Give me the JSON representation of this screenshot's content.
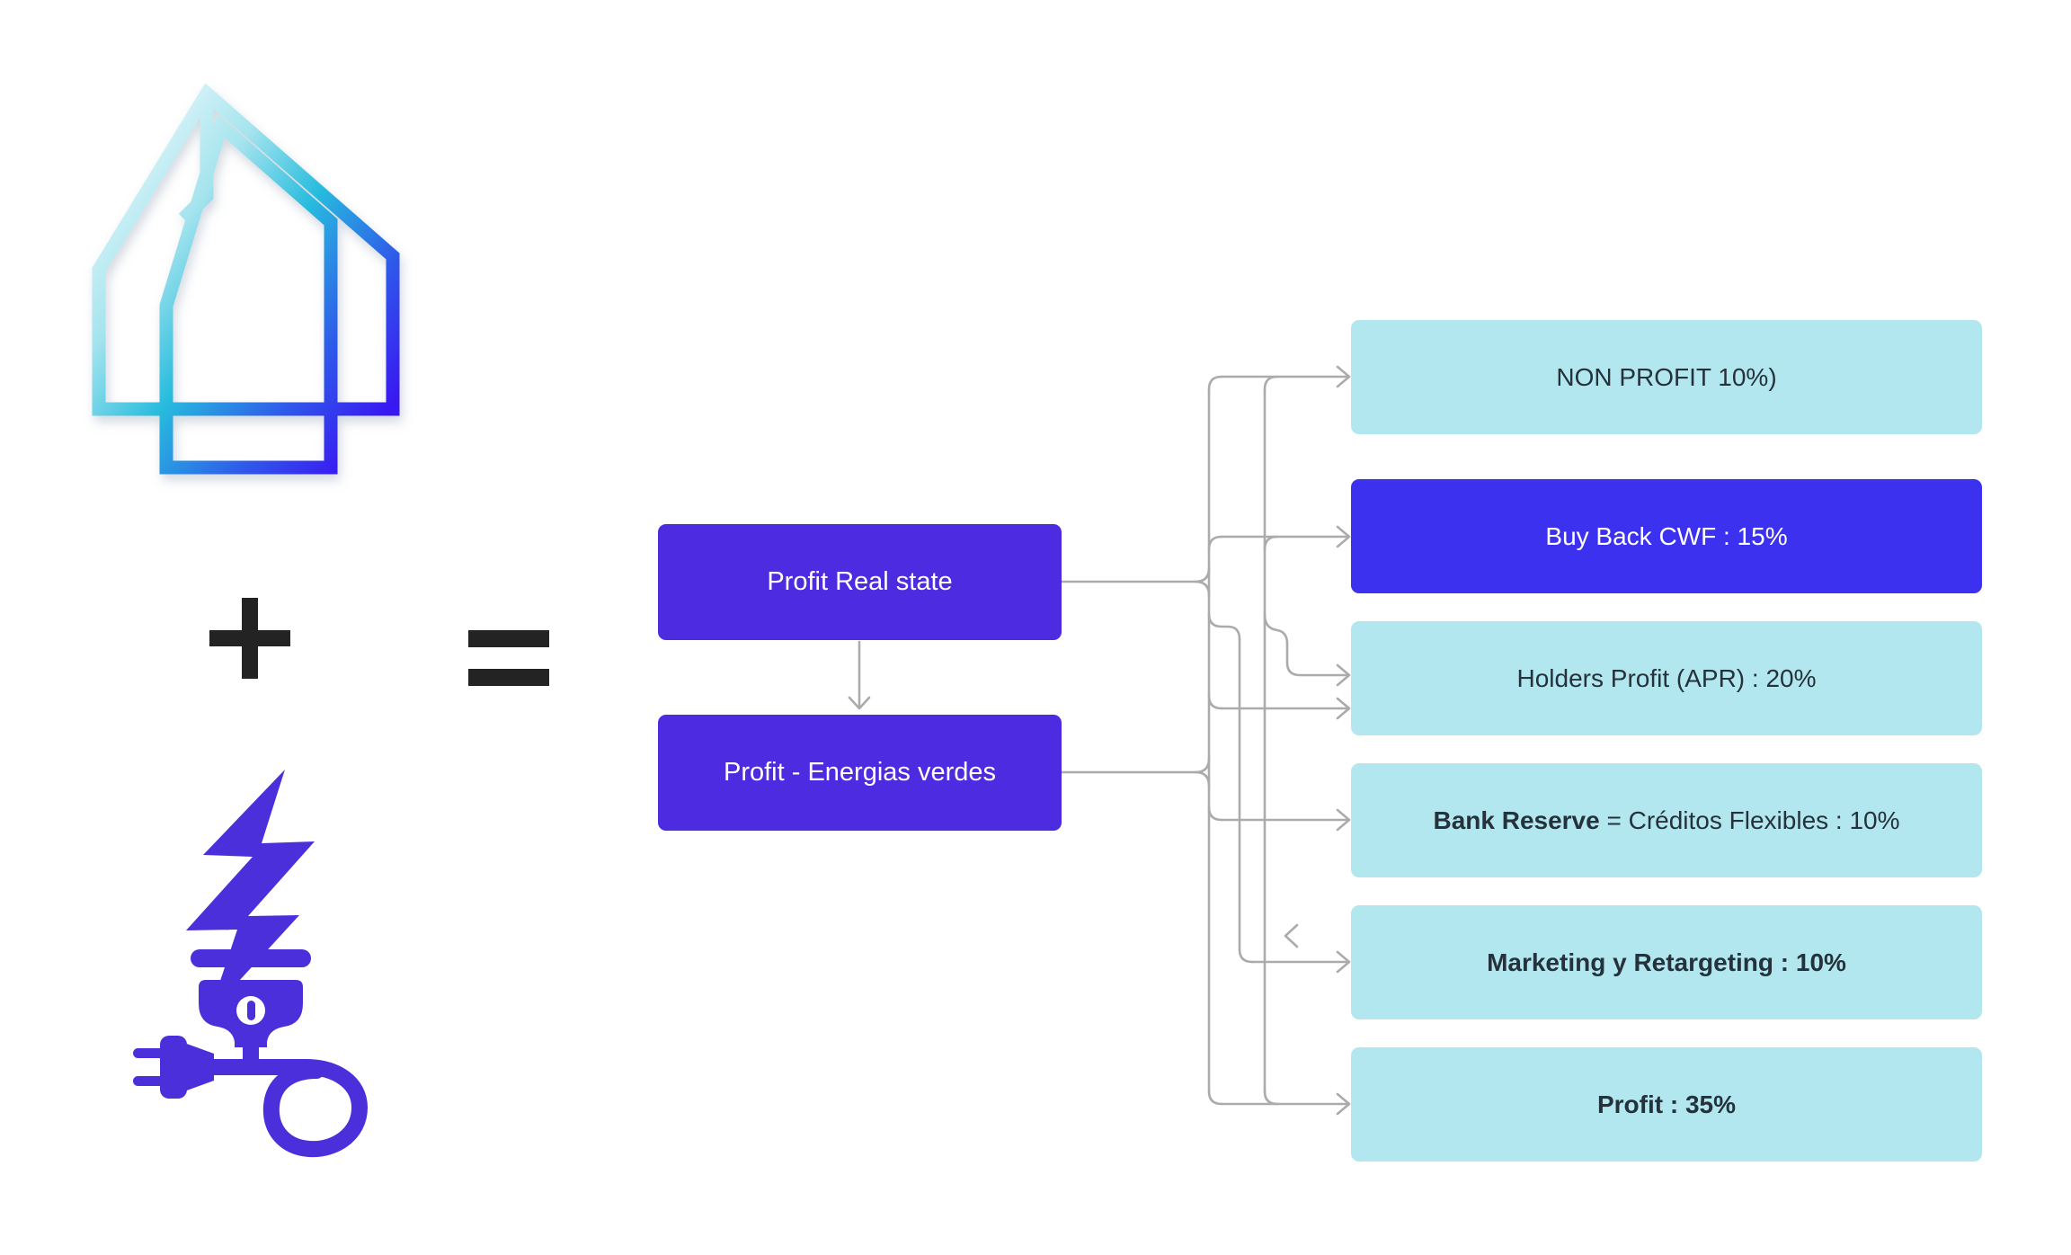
{
  "diagram": {
    "sources": [
      {
        "label": "Profit Real state"
      },
      {
        "label": "Profit - Energias verdes"
      }
    ],
    "allocations": [
      {
        "label": "NON PROFIT 10%)",
        "style": "cyan",
        "weight": "regular"
      },
      {
        "label": "Buy Back CWF : 15%",
        "style": "blue",
        "weight": "regular"
      },
      {
        "label": "Holders Profit (APR) : 20%",
        "style": "cyan",
        "weight": "regular"
      },
      {
        "label_bold": "Bank Reserve",
        "label_rest": " = Créditos Flexibles : 10%",
        "style": "cyan"
      },
      {
        "label": "Marketing y Retargeting : 10%",
        "style": "cyan",
        "weight": "bold"
      },
      {
        "label": "Profit : 35%",
        "style": "cyan",
        "weight": "bold"
      }
    ],
    "icons": [
      {
        "name": "house-logo"
      },
      {
        "name": "plus-icon"
      },
      {
        "name": "equals-icon"
      },
      {
        "name": "green-energy-icon"
      }
    ],
    "colors": {
      "source_box": "#4C2BE0",
      "highlight_box": "#3C31EF",
      "allocation_box": "#B2E7F0",
      "allocation_text": "#25323B",
      "connector": "#ABABAB",
      "icon_purple": "#4B2FDB",
      "operator": "#232323",
      "logo_gradient_start": "#EAF9FB",
      "logo_gradient_mid": "#27BCDE",
      "logo_gradient_end": "#3A18F2"
    }
  }
}
